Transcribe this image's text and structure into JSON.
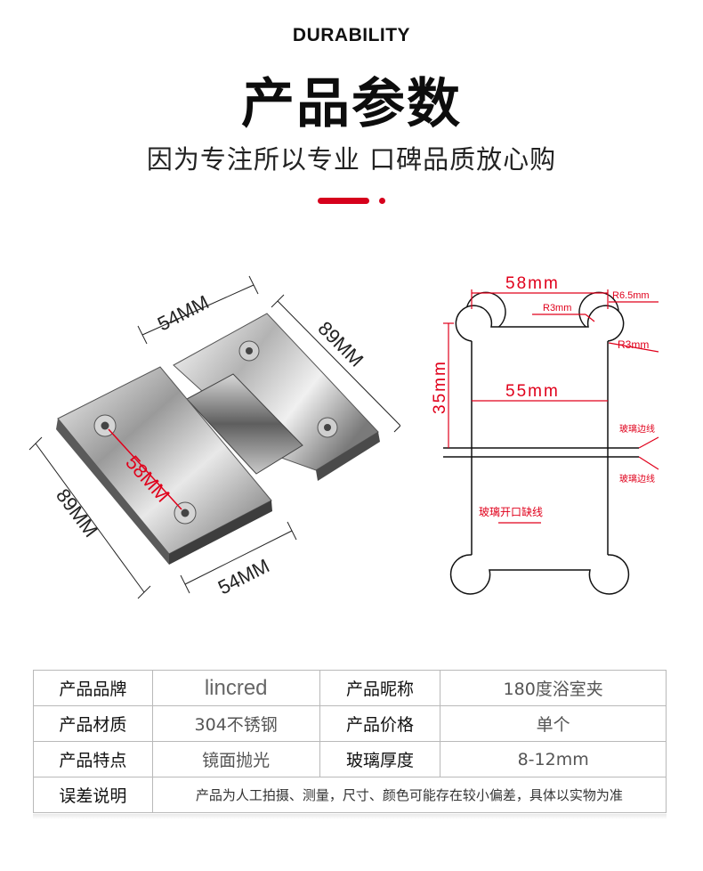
{
  "header": {
    "eyebrow": "DURABILITY",
    "title": "产品参数",
    "subtitle": "因为专注所以专业 口碑品质放心购",
    "accent_color": "#d6001c"
  },
  "product_photo": {
    "dims": {
      "top_width": "54MM",
      "right_height": "89MM",
      "hole_spacing": "58MM",
      "left_height": "89MM",
      "bottom_width": "54MM"
    }
  },
  "cutout_diagram": {
    "labels": {
      "top_width": "58mm",
      "corner_radius_outer": "R6.5mm",
      "corner_radius_inner_top": "R3mm",
      "corner_radius_side": "R3mm",
      "height": "35mm",
      "inner_width": "55mm",
      "glass_edge_top": "玻璃边线",
      "glass_edge_bottom": "玻璃边线",
      "notch_line": "玻璃开口缺线"
    },
    "label_color": "#e0001b"
  },
  "specs": {
    "rows": [
      {
        "label1": "产品品牌",
        "value1": "lincred",
        "label2": "产品昵称",
        "value2": "180度浴室夹"
      },
      {
        "label1": "产品材质",
        "value1": "304不锈钢",
        "label2": "产品价格",
        "value2": "单个"
      },
      {
        "label1": "产品特点",
        "value1": "镜面抛光",
        "label2": "玻璃厚度",
        "value2": "8-12mm"
      }
    ],
    "note_label": "误差说明",
    "note_text": "产品为人工拍摄、测量，尺寸、颜色可能存在较小偏差，具体以实物为准"
  }
}
